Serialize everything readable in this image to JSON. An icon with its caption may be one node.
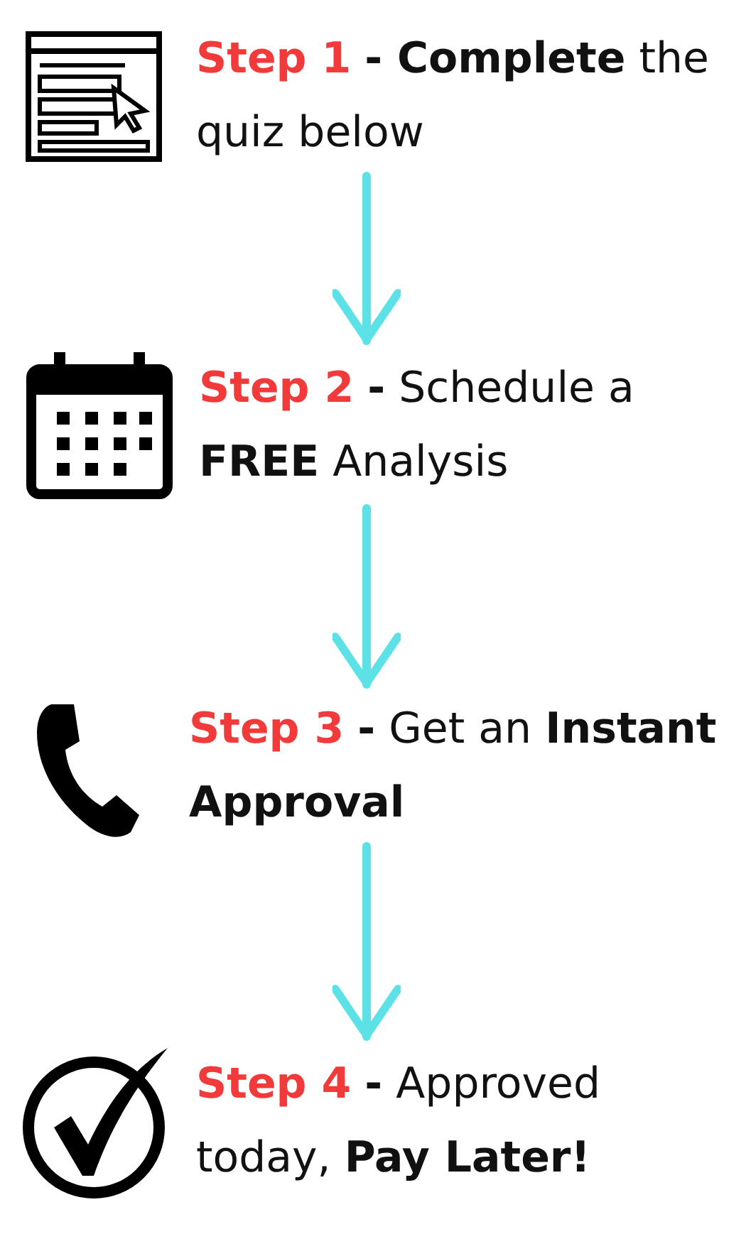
{
  "diagram": {
    "nodes": [
      {
        "text": [
          "*Step 1* **- Complete** the quiz below"
        ]
      },
      {
        "text": [
          "*Step 2* **-** Schedule a **FREE** Analysis"
        ]
      },
      {
        "text": [
          "*Step 3* **-** Get an **Instant Approval**"
        ]
      },
      {
        "text": [
          "*Step 4* **-** Approved today, **Pay Later!**"
        ]
      }
    ],
    "edges": [
      {
        "from": 0,
        "to": 1,
        "arrow": "to"
      },
      {
        "from": 1,
        "to": 2,
        "arrow": "to"
      },
      {
        "from": 2,
        "to": 3,
        "arrow": "to"
      }
    ]
  }
}
